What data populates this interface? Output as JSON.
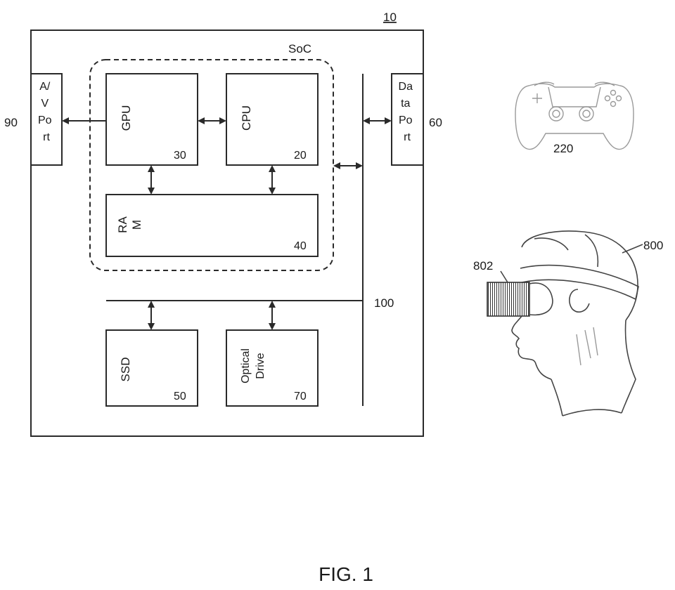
{
  "figure": {
    "caption": "FIG. 1",
    "system_ref": "10",
    "soc_label": "SoC",
    "bus_ref": "100",
    "av_port": {
      "lines": [
        "A/",
        "V",
        "Po",
        "rt"
      ],
      "ref": "90"
    },
    "data_port": {
      "lines": [
        "Da",
        "ta",
        "Po",
        "rt"
      ],
      "ref": "60"
    },
    "gpu": {
      "label": "GPU",
      "ref": "30"
    },
    "cpu": {
      "label": "CPU",
      "ref": "20"
    },
    "ram": {
      "lines": [
        "RA",
        "M"
      ],
      "ref": "40"
    },
    "ssd": {
      "label": "SSD",
      "ref": "50"
    },
    "optical_drive": {
      "lines": [
        "Optical",
        "Drive"
      ],
      "ref": "70"
    },
    "controller_ref": "220",
    "hmd_user_ref": "800",
    "hmd_ref": "802"
  }
}
